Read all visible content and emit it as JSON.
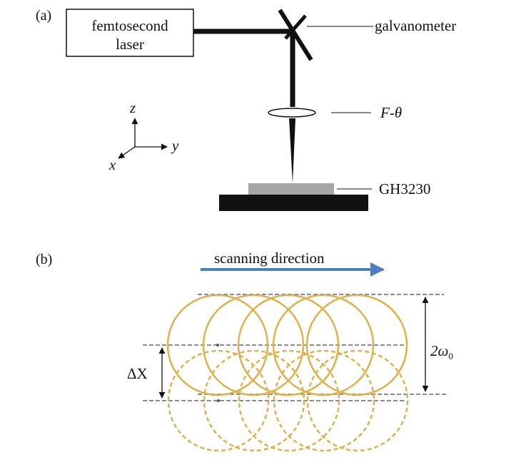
{
  "panel_a": {
    "label": "(a)",
    "laser_label_line1": "femtosecond",
    "laser_label_line2": "laser",
    "galvanometer_label": "galvanometer",
    "lens_label": "F-θ",
    "sample_label": "GH3230",
    "axes": {
      "z": "z",
      "y": "y",
      "x": "x"
    }
  },
  "panel_b": {
    "label": "(b)",
    "direction_label": "scanning direction",
    "delta_label": "ΔX",
    "spot_label": "2ω",
    "spot_subscript": "0",
    "colors": {
      "arrow": "#4a7fc1",
      "spot": "#e0b14a",
      "guide": "#8c8c8c"
    }
  }
}
